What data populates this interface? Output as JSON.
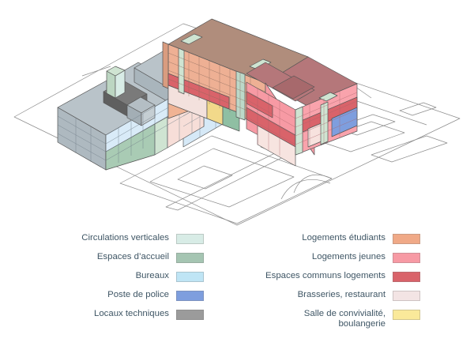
{
  "diagram": {
    "type": "axonometric-massing-site-plan",
    "background": "#ffffff",
    "site_line_color": "#8c8c8c",
    "edge_color": "#555555"
  },
  "legend": {
    "left_column": [
      {
        "label": "Circulations verticales",
        "color": "#d8ece6"
      },
      {
        "label": "Espaces d’accueil",
        "color": "#a5c5b2"
      },
      {
        "label": "Bureaux",
        "color": "#bfe5f5"
      },
      {
        "label": "Poste de police",
        "color": "#7e9ede"
      },
      {
        "label": "Locaux techniques",
        "color": "#9b9b9b"
      }
    ],
    "right_column": [
      {
        "label": "Logements étudiants",
        "color": "#eda branch"
      },
      {
        "label": "Logements jeunes",
        "color": "#f79aa4"
      },
      {
        "label": "Espaces communs logements",
        "color": "#d9636a"
      },
      {
        "label": "Brasseries, restaurant",
        "color": "#f3e4e4"
      },
      {
        "label": "Salle de convivialité,\nboulangerie",
        "color": "#fae99a"
      }
    ]
  },
  "palette": {
    "circulation": "#d8ece6",
    "accueil": "#a5c5b2",
    "bureaux": "#d6e9f7",
    "bureaux_face": "#c6dff2",
    "police": "#7e9ede",
    "technique": "#9b9b9b",
    "technique_dark": "#6e6e6e",
    "etudiants": "#f0b394",
    "etudiants_face": "#e9ab8c",
    "jeunes": "#f79aa4",
    "jeunes_face": "#f5929d",
    "communs": "#d9636a",
    "brasserie": "#f7e2dd",
    "convivialite": "#f2d98a",
    "roof_grey": "#b9c3c9",
    "roof_grey_dark": "#9aa6ad",
    "roof_brown": "#b08d7c",
    "roof_rose": "#b5777a",
    "shade_left": "#aeb9c0"
  }
}
